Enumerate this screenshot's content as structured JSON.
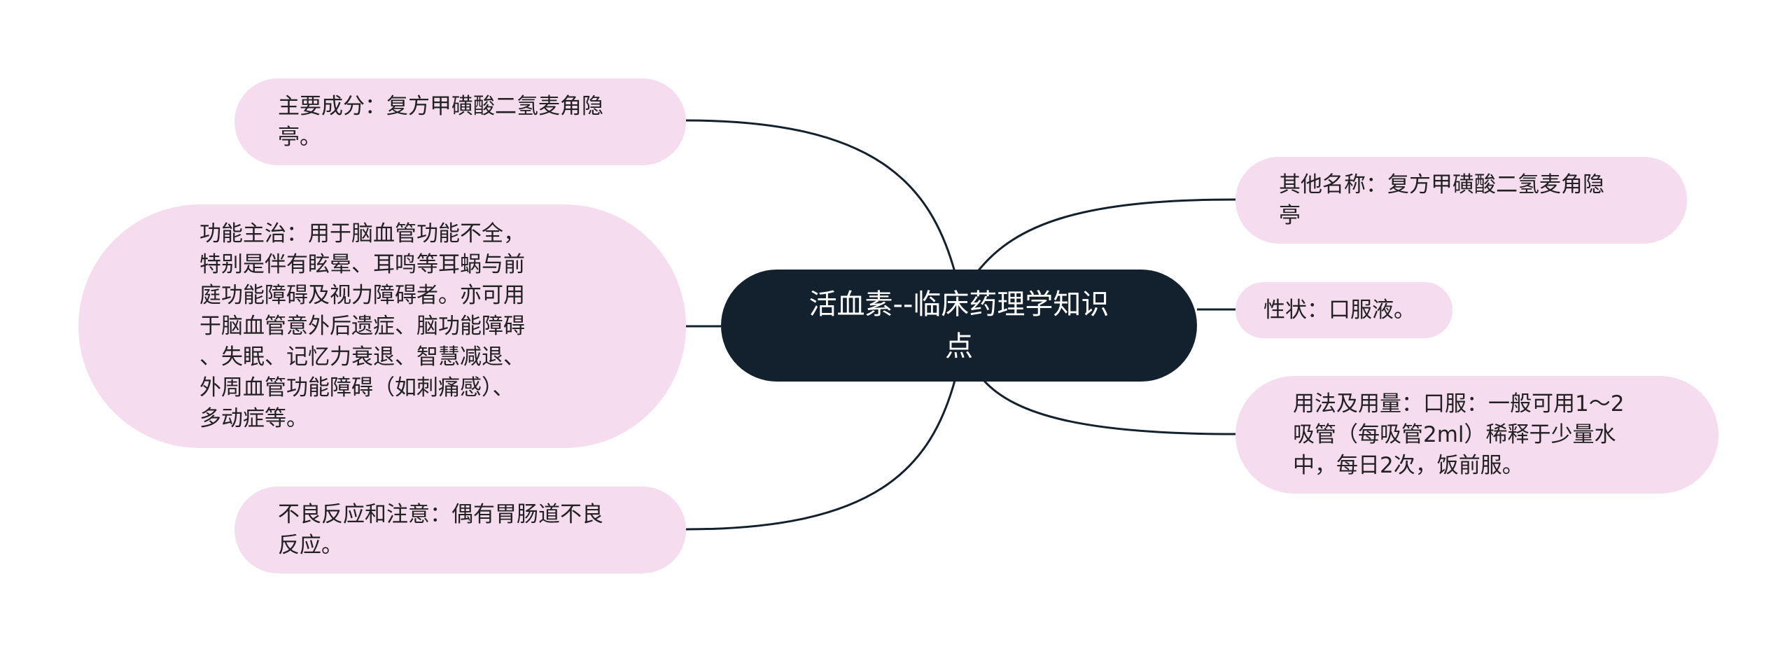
{
  "root": {
    "label": "活血素--临床药理学知识\n点"
  },
  "left_nodes": [
    {
      "id": "main-ingredient",
      "text": "主要成分：复方甲磺酸二氢麦角隐\n亭。"
    },
    {
      "id": "indications",
      "text": "功能主治：用于脑血管功能不全，\n特别是伴有眩晕、耳鸣等耳蜗与前\n庭功能障碍及视力障碍者。亦可用\n于脑血管意外后遗症、脑功能障碍\n、失眠、记忆力衰退、智慧减退、\n外周血管功能障碍（如刺痛感）、\n多动症等。"
    },
    {
      "id": "adverse-reactions",
      "text": "不良反应和注意：偶有胃肠道不良\n反应。"
    }
  ],
  "right_nodes": [
    {
      "id": "other-names",
      "text": "其他名称：复方甲磺酸二氢麦角隐\n亭"
    },
    {
      "id": "properties",
      "text": "性状：口服液。"
    },
    {
      "id": "usage-dosage",
      "text": "用法及用量：口服：一般可用1～2\n吸管（每吸管2ml）稀释于少量水\n中，每日2次，饭前服。"
    }
  ],
  "colors": {
    "root_bg": "#13202d",
    "root_text": "#ffffff",
    "node_bg": "#f5dcef",
    "node_text": "#222222",
    "connector": "#13202d"
  }
}
